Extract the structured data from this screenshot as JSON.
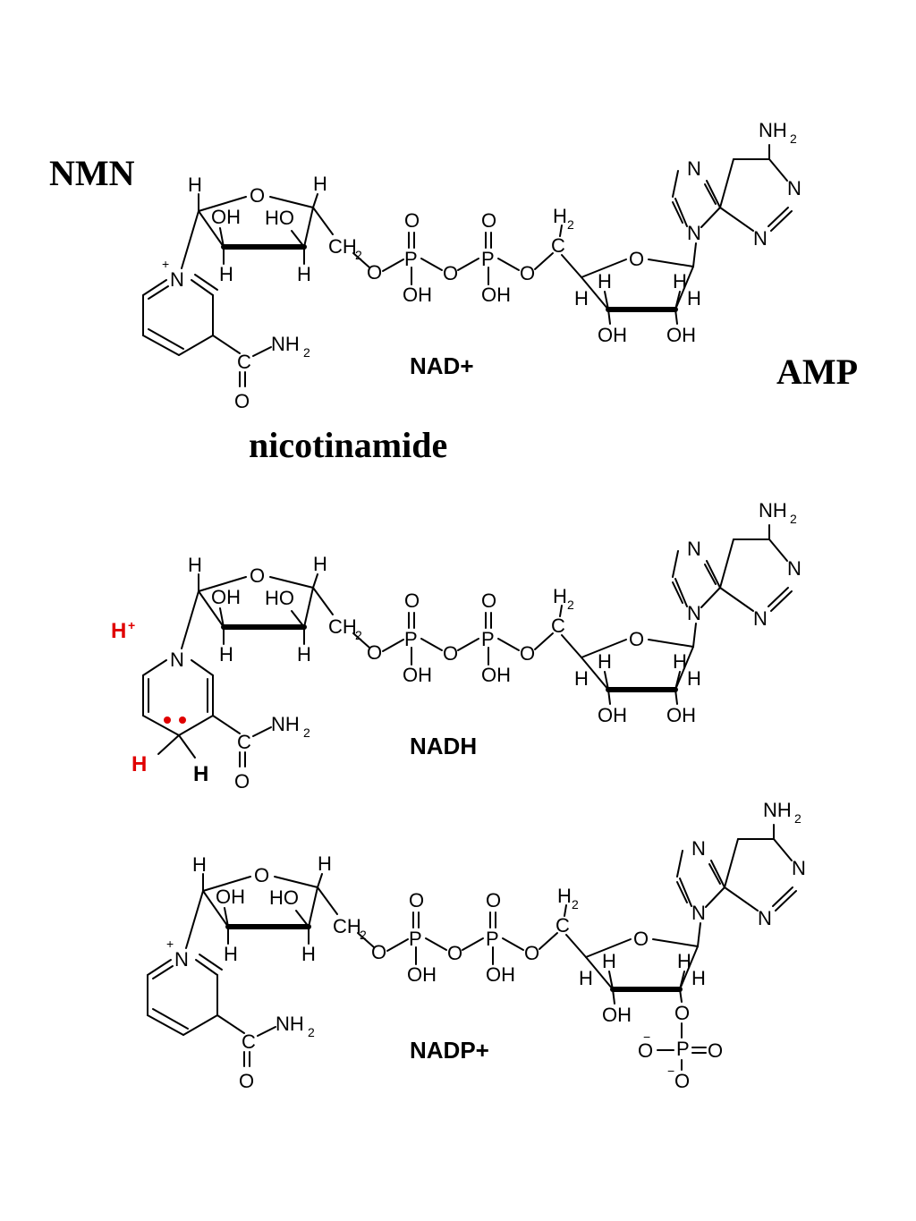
{
  "labels": {
    "nmn": "NMN",
    "amp": "AMP",
    "nicotinamide": "nicotinamide"
  },
  "structures": [
    {
      "name": "NAD+"
    },
    {
      "name": "NADH"
    },
    {
      "name": "NADP+"
    }
  ],
  "nadh_annotations": {
    "proton": "H",
    "proton_charge": "+",
    "hydride_h": "H",
    "ring_h": "H"
  },
  "colors": {
    "annotation": "#e00000",
    "ink": "#000000",
    "background": "#ffffff"
  }
}
